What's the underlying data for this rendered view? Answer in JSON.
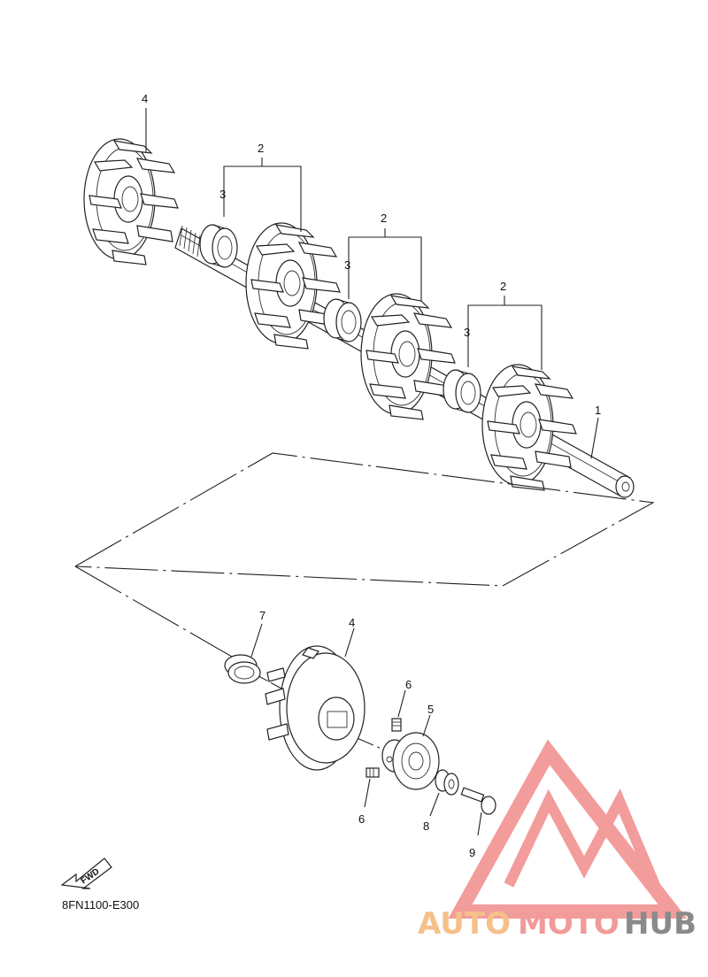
{
  "diagram": {
    "code": "8FN1100-E300",
    "fwd_label": "FWD",
    "callouts": {
      "c4_top": "4",
      "c2_a": "2",
      "c3_a": "3",
      "c2_b": "2",
      "c3_b": "3",
      "c2_c": "2",
      "c3_c": "3",
      "c1": "1",
      "c7": "7",
      "c4_bottom": "4",
      "c6_top": "6",
      "c5": "5",
      "c6_bottom": "6",
      "c8": "8",
      "c9": "9"
    }
  },
  "watermark": {
    "part1": "AUTO",
    "part2": "MOTO",
    "part3": "HUB",
    "colors": {
      "auto": "#f6c08a",
      "moto": "#f29a9a",
      "hub": "#8a8a8a",
      "logo": "#f28b8b"
    }
  }
}
